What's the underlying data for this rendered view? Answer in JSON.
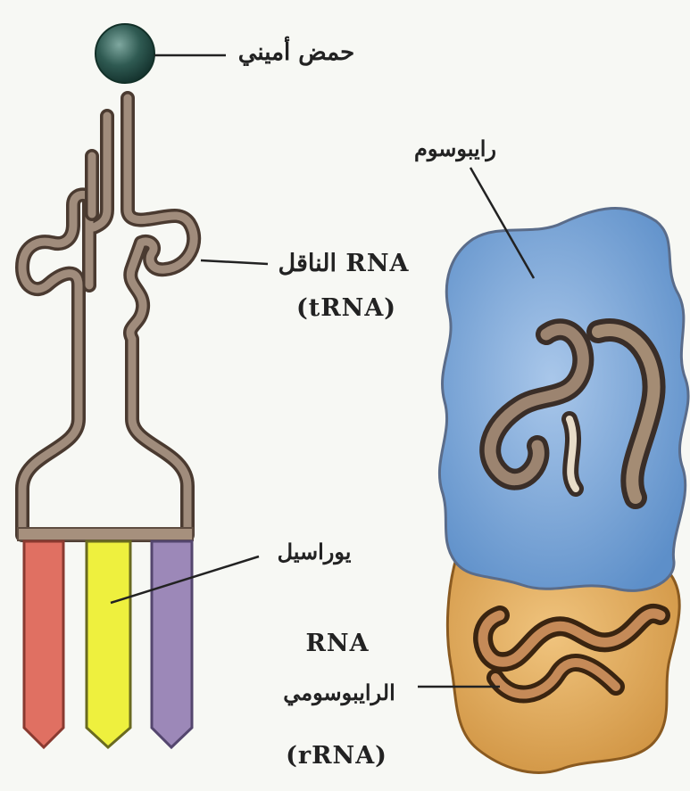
{
  "labels": {
    "amino_acid": "حمض أميني",
    "trna_line1": "RNA الناقل",
    "trna_line2": "(tRNA)",
    "ribosome": "رايبوسوم",
    "uracil": "يوراسيل",
    "rrna_line1": "RNA",
    "rrna_line2": "الرايبوسومي",
    "rrna_line3": "(rRNA)"
  },
  "colors": {
    "amino_acid": "#2f5a52",
    "trna_strand": "#8a7565",
    "base_red": "#e07062",
    "base_yellow": "#eef03e",
    "base_purple": "#9c88b8",
    "ribosome_large": "#6d9bd0",
    "ribosome_small": "#e2aa5a"
  }
}
